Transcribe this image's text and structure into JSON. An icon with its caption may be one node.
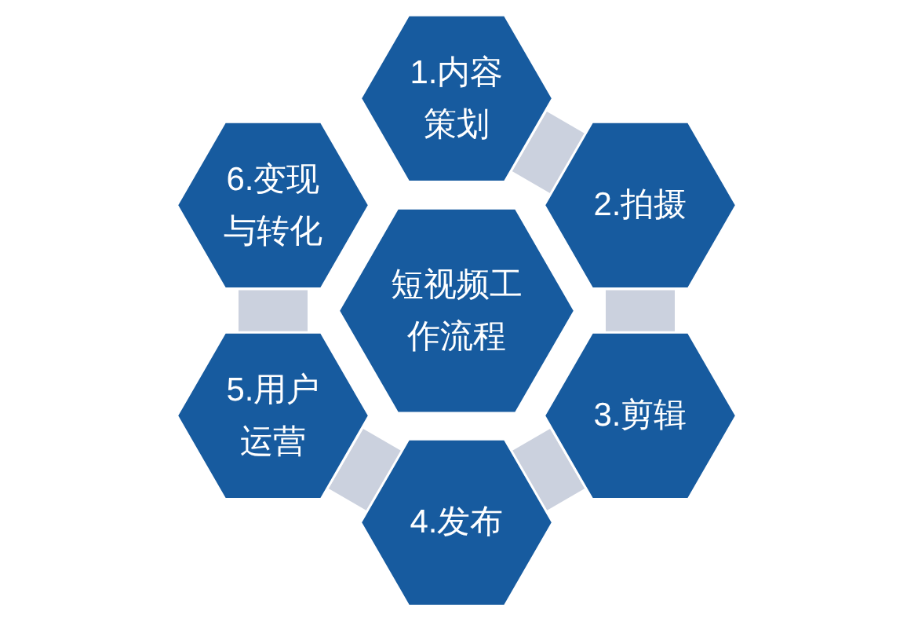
{
  "diagram": {
    "nodes": [
      {
        "text": [
          "短视频工作流程"
        ]
      },
      {
        "text": [
          "1.内容策划"
        ]
      },
      {
        "text": [
          "2.拍摄"
        ]
      },
      {
        "text": [
          "3.剪辑"
        ]
      },
      {
        "text": [
          "4.发布"
        ]
      },
      {
        "text": [
          "5.用户运营"
        ]
      },
      {
        "text": [
          "6.变现与转化"
        ]
      }
    ],
    "edges": [
      {
        "from": 1,
        "to": 2,
        "arrow": "none"
      },
      {
        "from": 2,
        "to": 3,
        "arrow": "none"
      },
      {
        "from": 3,
        "to": 4,
        "arrow": "none"
      },
      {
        "from": 4,
        "to": 5,
        "arrow": "none"
      },
      {
        "from": 5,
        "to": 6,
        "arrow": "none"
      }
    ]
  }
}
